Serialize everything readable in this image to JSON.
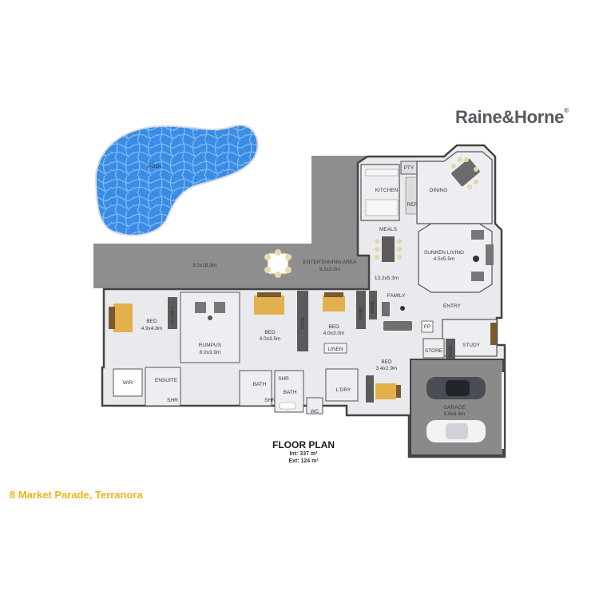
{
  "brand": {
    "name": "Raine&Horne",
    "mark": "®"
  },
  "caption": {
    "title": "FLOOR PLAN",
    "internal": "Int: 337 m²",
    "external": "Ext: 124 m²"
  },
  "address": "8 Market Parade, Terranora",
  "rooms": {
    "pool": "POOL",
    "deck_dims": "3.0x18.3m",
    "entertaining": "ENTERTAINING AREA",
    "entertaining_dims": "9.2x3.0m",
    "kitchen": "KITCHEN",
    "pantry": "PTY",
    "fridge": "REF",
    "dining": "DINING",
    "meals": "MEALS",
    "sunken_living": "SUNKEN LIVING",
    "sunken_living_dims": "4.5x5.5m",
    "family_dims": "13.2x5.3m",
    "family": "FAMILY",
    "entry": "ENTRY",
    "fireplace": "FP",
    "study": "STUDY",
    "store": "STORE",
    "robe": "ROBE",
    "garage": "GARAGE",
    "garage_dims": "5.6x6.4m",
    "bed": "BED",
    "bed1_dims": "4.9x4.8m",
    "closet": "CLOSET",
    "rumpus": "RUMPUS",
    "rumpus_dims": "8.0x3.9m",
    "bed2_dims": "4.0x3.5m",
    "bed3_dims": "4.0x3.0m",
    "linen": "LINEN",
    "bed4_dims": "3.4x2.9m",
    "wir": "WIR",
    "ensuite": "ENSUITE",
    "shower": "SHR",
    "bath": "BATH",
    "laundry": "L'DRY",
    "wc": "WC"
  },
  "colors": {
    "deck": "#8d8d8d",
    "floor": "#e7e9ec",
    "wall": "#4a4a4a",
    "pool": "#3f8fe6",
    "garage_floor": "#8a8a8a",
    "accent_address": "#f2b21b",
    "brand_text": "#555a60"
  }
}
